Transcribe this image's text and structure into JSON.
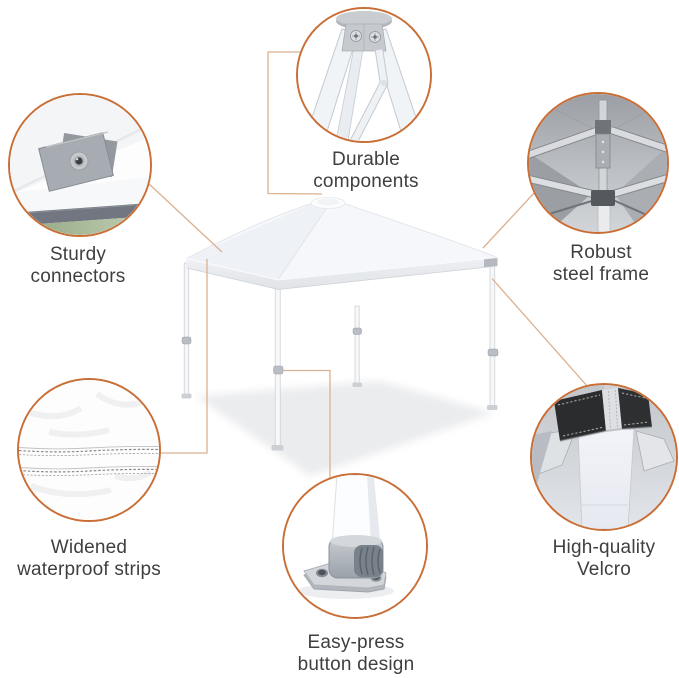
{
  "page": {
    "background": "#ffffff"
  },
  "style": {
    "circle_border_color": "#c96e36",
    "connector_line_color": "#dcb18f",
    "label_color": "#3f3f3f"
  },
  "illustration": {
    "subject": "white pop-up canopy tent with four legs"
  },
  "features": [
    {
      "id": "durable-components",
      "line1": "Durable",
      "line2": "components"
    },
    {
      "id": "sturdy-connectors",
      "line1": "Sturdy",
      "line2": "connectors"
    },
    {
      "id": "robust-steel-frame",
      "line1": "Robust",
      "line2": "steel frame"
    },
    {
      "id": "widened-waterproof-strips",
      "line1": "Widened",
      "line2": "waterproof strips"
    },
    {
      "id": "high-quality-velcro",
      "line1": "High-quality",
      "line2": "Velcro"
    },
    {
      "id": "easy-press-button-design",
      "line1": "Easy-press",
      "line2": "button design"
    }
  ]
}
